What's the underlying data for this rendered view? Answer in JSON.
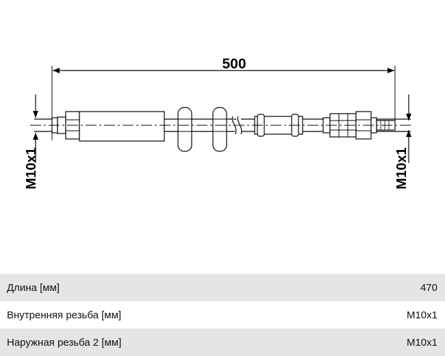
{
  "drawing": {
    "overall_length": "500",
    "left_thread": "M10x1",
    "right_thread": "M10x1"
  },
  "specs": [
    {
      "label": "Длина [мм]",
      "value": "470"
    },
    {
      "label": "Внутренняя резьба [мм]",
      "value": "M10x1"
    },
    {
      "label": "Наружная резьба 2 [мм]",
      "value": "M10x1"
    }
  ]
}
